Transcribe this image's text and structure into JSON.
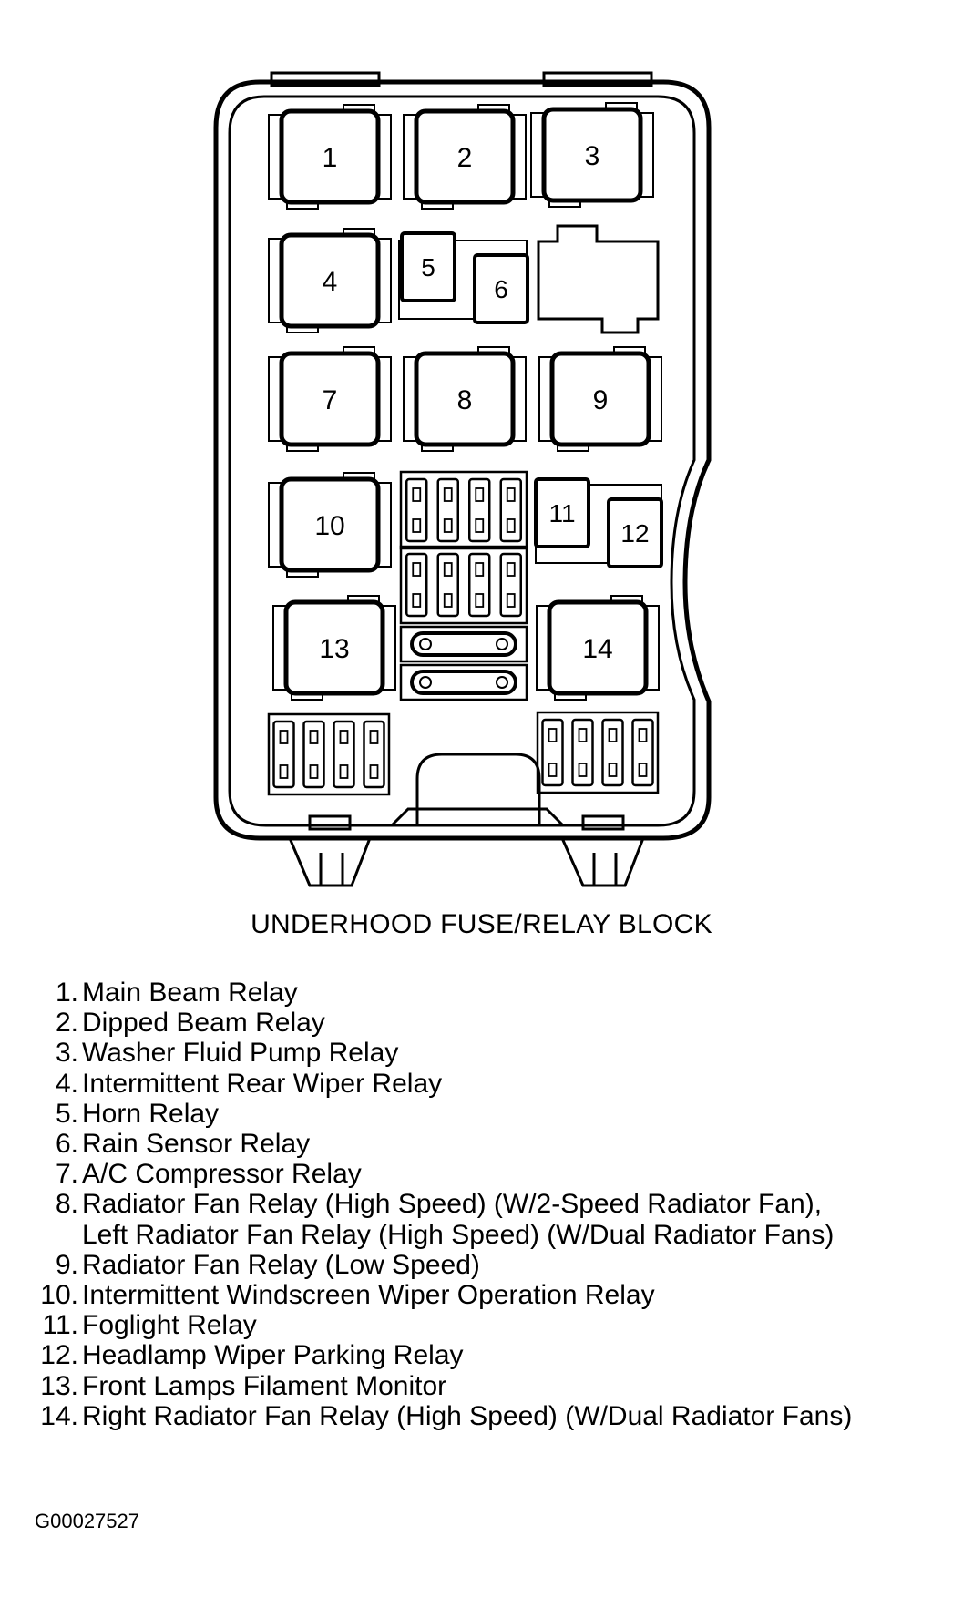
{
  "title": "UNDERHOOD FUSE/RELAY BLOCK",
  "figure_code": "G00027527",
  "relay_labels": [
    "1",
    "2",
    "3",
    "4",
    "5",
    "6",
    "7",
    "8",
    "9",
    "10",
    "11",
    "12",
    "13",
    "14"
  ],
  "legend": [
    {
      "num": "1.",
      "lines": [
        "Main Beam Relay"
      ]
    },
    {
      "num": "2.",
      "lines": [
        "Dipped Beam Relay"
      ]
    },
    {
      "num": "3.",
      "lines": [
        "Washer Fluid Pump Relay"
      ]
    },
    {
      "num": "4.",
      "lines": [
        "Intermittent Rear Wiper Relay"
      ]
    },
    {
      "num": "5.",
      "lines": [
        "Horn Relay"
      ]
    },
    {
      "num": "6.",
      "lines": [
        "Rain Sensor Relay"
      ]
    },
    {
      "num": "7.",
      "lines": [
        "A/C Compressor Relay"
      ]
    },
    {
      "num": "8.",
      "lines": [
        "Radiator Fan Relay (High Speed) (W/2-Speed Radiator Fan),",
        "Left Radiator Fan Relay (High Speed) (W/Dual Radiator Fans)"
      ]
    },
    {
      "num": "9.",
      "lines": [
        "Radiator Fan Relay (Low Speed)"
      ]
    },
    {
      "num": "10.",
      "lines": [
        "Intermittent Windscreen Wiper Operation Relay"
      ]
    },
    {
      "num": "11.",
      "lines": [
        "Foglight Relay"
      ]
    },
    {
      "num": "12.",
      "lines": [
        "Headlamp Wiper Parking Relay"
      ]
    },
    {
      "num": "13.",
      "lines": [
        "Front Lamps Filament Monitor"
      ]
    },
    {
      "num": "14.",
      "lines": [
        "Right Radiator Fan Relay (High Speed) (W/Dual Radiator Fans)"
      ]
    }
  ]
}
